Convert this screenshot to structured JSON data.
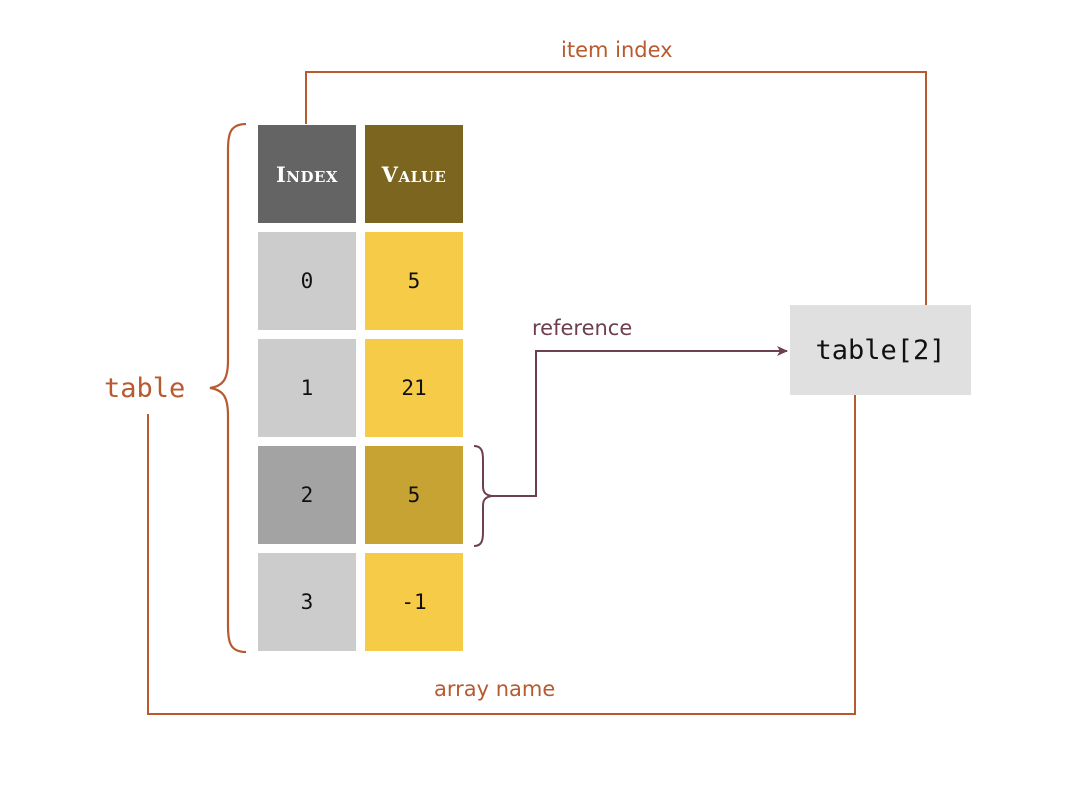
{
  "table": {
    "headers": {
      "index": "Index",
      "value": "Value"
    },
    "rows": [
      {
        "index": "0",
        "value": "5"
      },
      {
        "index": "1",
        "value": "21"
      },
      {
        "index": "2",
        "value": "5",
        "highlighted": true
      },
      {
        "index": "3",
        "value": "-1"
      }
    ]
  },
  "labels": {
    "array_name_var": "table",
    "item_index": "item index",
    "reference": "reference",
    "array_name": "array name",
    "expression": "table[2]"
  },
  "colors": {
    "index_header": "#646464",
    "value_header": "#7b651f",
    "index_cell": "#cccccc",
    "index_cell_highlight": "#a3a3a3",
    "value_cell": "#f5cb47",
    "value_cell_highlight": "#c6a333",
    "accent_orange": "#b85a2f",
    "reference_line": "#6e3f4f",
    "result_box": "#e0e0e0"
  }
}
